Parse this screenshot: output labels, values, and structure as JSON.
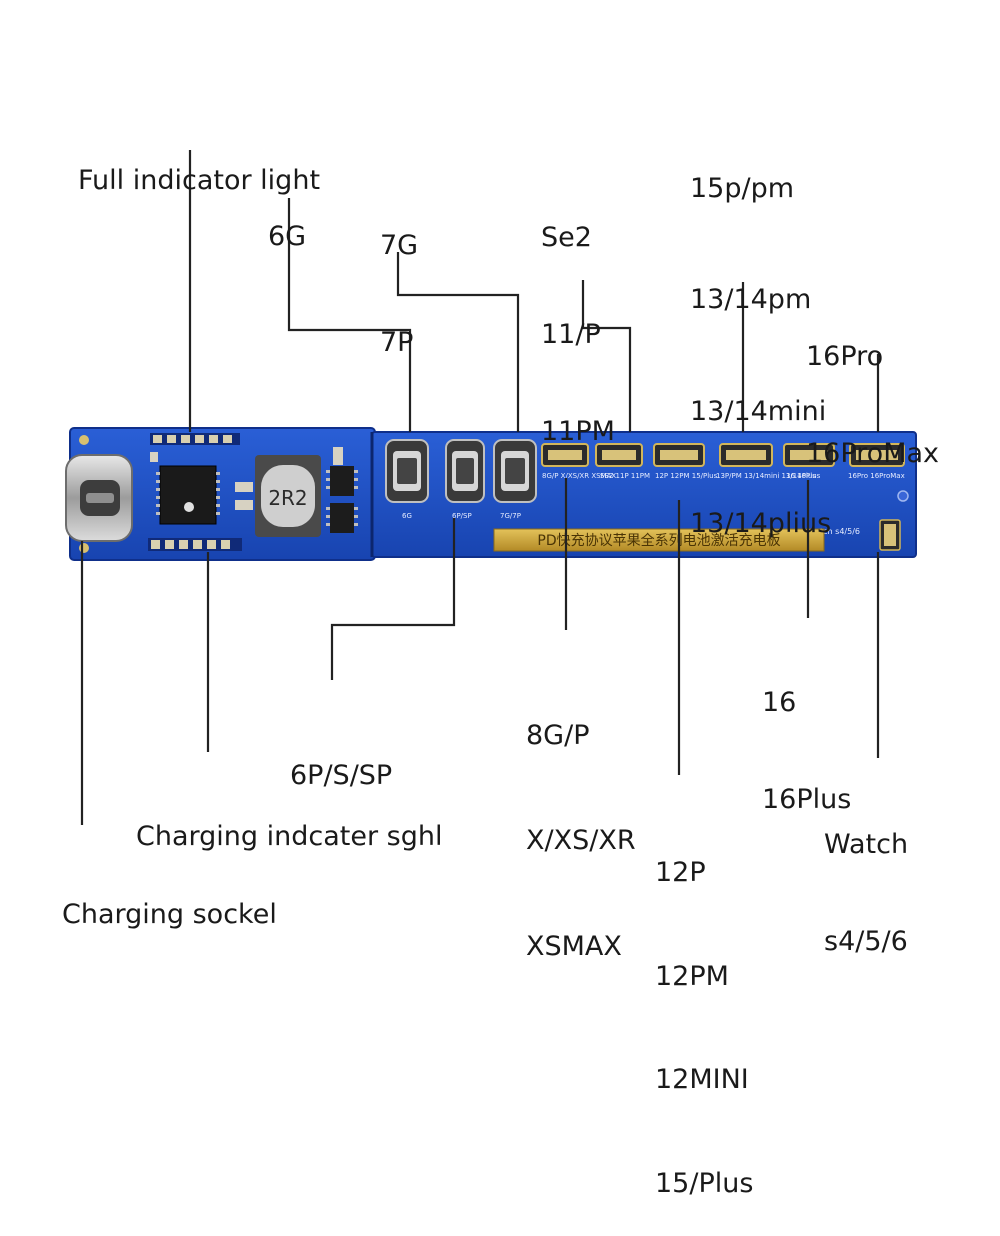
{
  "labels": {
    "full_indicator": [
      "Full indicator light"
    ],
    "g6": [
      "6G"
    ],
    "g7": [
      "7G",
      "7P"
    ],
    "se2": [
      "Se2",
      "11/P",
      "11PM"
    ],
    "p15": [
      "15p/pm",
      "13/14pm",
      "13/14mini",
      "13/14plius"
    ],
    "pro16": [
      "16Pro",
      "16ProMax"
    ],
    "p6sp": [
      "6P/S/SP"
    ],
    "g8": [
      "8G/P",
      "X/XS/XR",
      "XSMAX"
    ],
    "n16": [
      "16",
      "16Plus"
    ],
    "watch": [
      "Watch",
      "s4/5/6"
    ],
    "charging_signal": [
      "Charging indcater sghl"
    ],
    "p12": [
      "12P",
      "12PM",
      "12MINI",
      "15/Plus"
    ],
    "charging_socket": [
      "Charging sockel"
    ]
  },
  "board": {
    "inductor_marking": "2R2",
    "connector_labels": [
      "6G",
      "6P/SP",
      "7G/7P",
      "8G/P X/XS/XR XSMAX",
      "SE2 11P 11PM",
      "12P 12PM 15/Plus",
      "13P/PM 13/14mini 13/14Plus",
      "16 16Plus",
      "16Pro 16ProMax"
    ],
    "banner": "PD快充协议苹果全系列电池激活充电板",
    "watch_label": "watch s4/5/6"
  },
  "colors": {
    "pcb_blue": "#1e4fc2",
    "pcb_dark": "#0f2f8a",
    "line": "#222222",
    "gold": "#c9a23a"
  }
}
